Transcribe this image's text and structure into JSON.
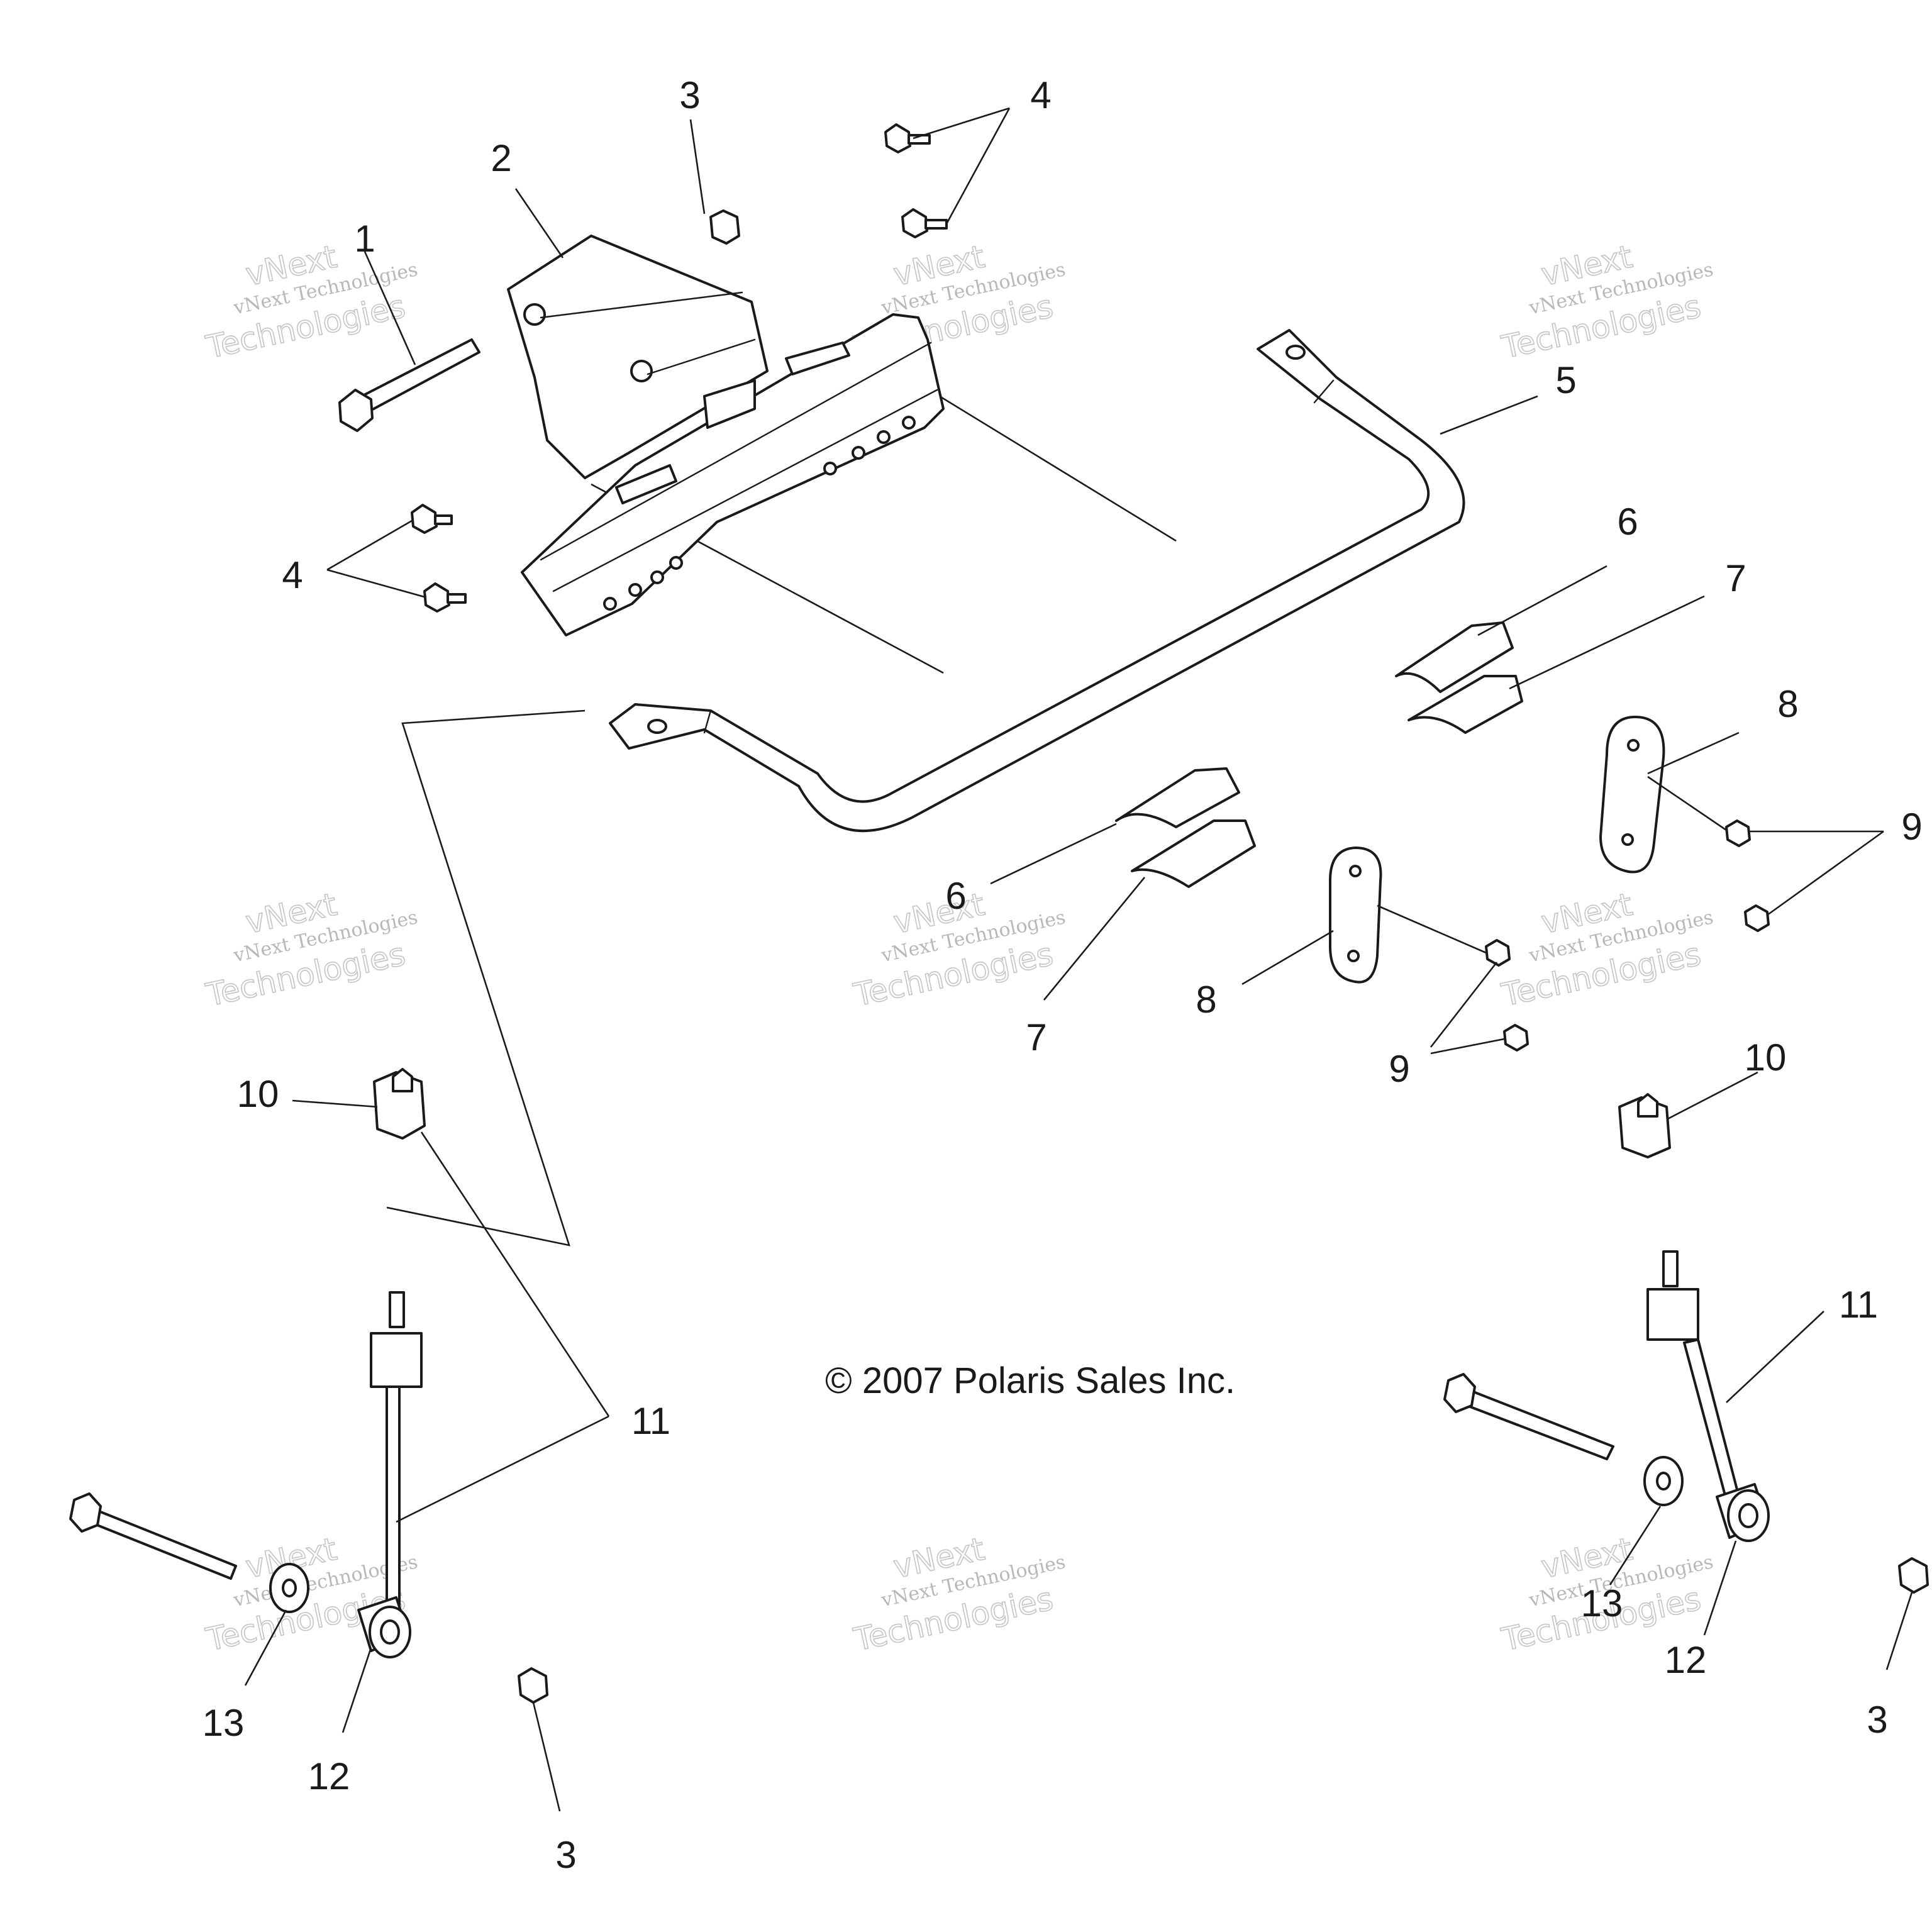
{
  "copyright": "© 2007 Polaris Sales Inc.",
  "watermark": {
    "line1": "vNext Technologies",
    "line2": "Technologies",
    "ghost": "vNext"
  },
  "callouts": [
    {
      "id": "c1",
      "label": "1"
    },
    {
      "id": "c2",
      "label": "2"
    },
    {
      "id": "c3a",
      "label": "3"
    },
    {
      "id": "c3b",
      "label": "3"
    },
    {
      "id": "c3c",
      "label": "3"
    },
    {
      "id": "c4a",
      "label": "4"
    },
    {
      "id": "c4b",
      "label": "4"
    },
    {
      "id": "c5",
      "label": "5"
    },
    {
      "id": "c6a",
      "label": "6"
    },
    {
      "id": "c6b",
      "label": "6"
    },
    {
      "id": "c7a",
      "label": "7"
    },
    {
      "id": "c7b",
      "label": "7"
    },
    {
      "id": "c8a",
      "label": "8"
    },
    {
      "id": "c8b",
      "label": "8"
    },
    {
      "id": "c9a",
      "label": "9"
    },
    {
      "id": "c9b",
      "label": "9"
    },
    {
      "id": "c10a",
      "label": "10"
    },
    {
      "id": "c10b",
      "label": "10"
    },
    {
      "id": "c11a",
      "label": "11"
    },
    {
      "id": "c11b",
      "label": "11"
    },
    {
      "id": "c12a",
      "label": "12"
    },
    {
      "id": "c12b",
      "label": "12"
    },
    {
      "id": "c13a",
      "label": "13"
    },
    {
      "id": "c13b",
      "label": "13"
    }
  ]
}
